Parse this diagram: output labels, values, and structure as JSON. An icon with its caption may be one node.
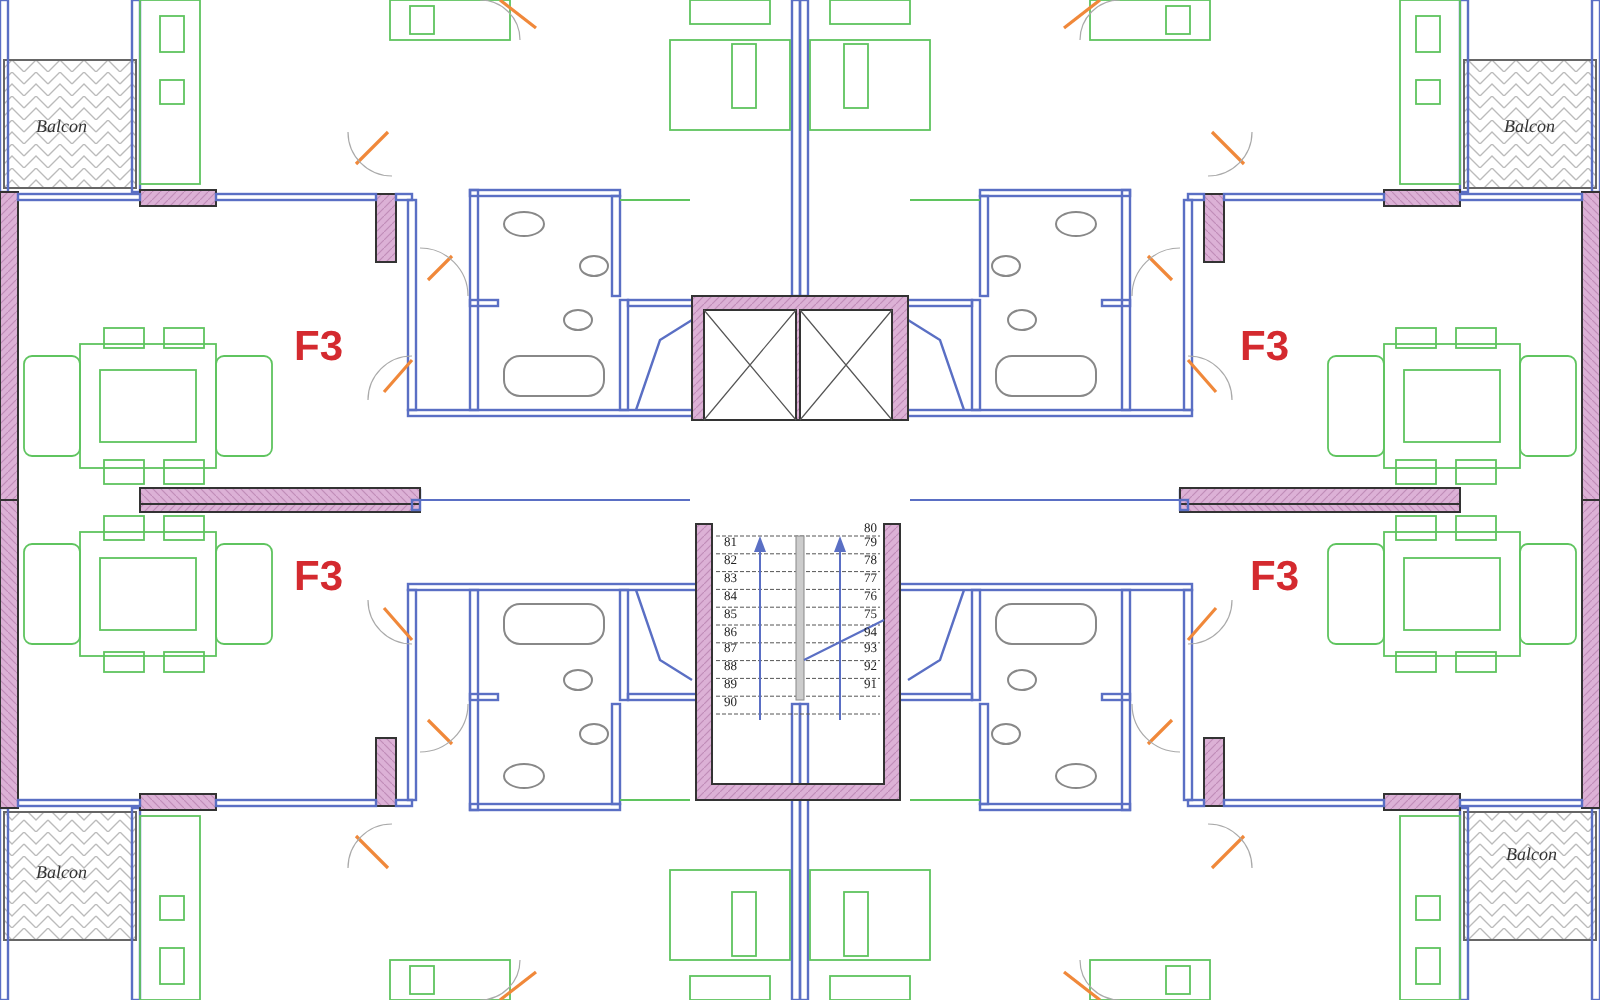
{
  "diagram": {
    "labels": [
      "Balcon",
      "Balcon",
      "F3",
      "F3",
      "F3",
      "F3",
      "80",
      "81",
      "79",
      "82",
      "78",
      "83",
      "77",
      "84",
      "76",
      "85",
      "75",
      "86",
      "94",
      "87",
      "93",
      "88",
      "92",
      "89",
      "91",
      "90",
      "Balcon",
      "Balcon"
    ]
  }
}
